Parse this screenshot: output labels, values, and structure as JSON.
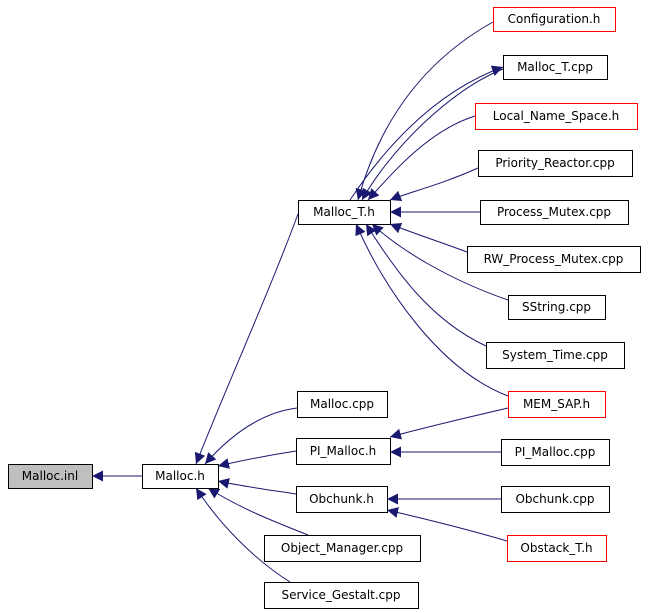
{
  "colors": {
    "background": "#ffffff",
    "edge": "#191970",
    "box_border_normal": "#000000",
    "box_border_truncated": "#ff0000",
    "root_fill": "#bfbfbf",
    "box_fill": "#ffffff"
  },
  "nodes": [
    {
      "id": "malloc_inl",
      "label": "Malloc.inl",
      "style": "root"
    },
    {
      "id": "malloc_h",
      "label": "Malloc.h",
      "style": "normal"
    },
    {
      "id": "malloc_t_h",
      "label": "Malloc_T.h",
      "style": "normal"
    },
    {
      "id": "configuration_h",
      "label": "Configuration.h",
      "style": "truncated"
    },
    {
      "id": "malloc_t_cpp",
      "label": "Malloc_T.cpp",
      "style": "normal"
    },
    {
      "id": "local_name_space_h",
      "label": "Local_Name_Space.h",
      "style": "truncated"
    },
    {
      "id": "priority_reactor_cpp",
      "label": "Priority_Reactor.cpp",
      "style": "normal"
    },
    {
      "id": "process_mutex_cpp",
      "label": "Process_Mutex.cpp",
      "style": "normal"
    },
    {
      "id": "rw_process_mutex_cpp",
      "label": "RW_Process_Mutex.cpp",
      "style": "normal"
    },
    {
      "id": "sstring_cpp",
      "label": "SString.cpp",
      "style": "normal"
    },
    {
      "id": "system_time_cpp",
      "label": "System_Time.cpp",
      "style": "normal"
    },
    {
      "id": "mem_sap_h",
      "label": "MEM_SAP.h",
      "style": "truncated"
    },
    {
      "id": "malloc_cpp",
      "label": "Malloc.cpp",
      "style": "normal"
    },
    {
      "id": "pi_malloc_h",
      "label": "PI_Malloc.h",
      "style": "normal"
    },
    {
      "id": "pi_malloc_cpp",
      "label": "PI_Malloc.cpp",
      "style": "normal"
    },
    {
      "id": "obchunk_h",
      "label": "Obchunk.h",
      "style": "normal"
    },
    {
      "id": "obchunk_cpp",
      "label": "Obchunk.cpp",
      "style": "normal"
    },
    {
      "id": "obstack_t_h",
      "label": "Obstack_T.h",
      "style": "truncated"
    },
    {
      "id": "object_manager_cpp",
      "label": "Object_Manager.cpp",
      "style": "normal"
    },
    {
      "id": "service_gestalt_cpp",
      "label": "Service_Gestalt.cpp",
      "style": "normal"
    }
  ],
  "edges": [
    {
      "from": "malloc_h",
      "to": "malloc_inl"
    },
    {
      "from": "malloc_t_h",
      "to": "malloc_h"
    },
    {
      "from": "malloc_cpp",
      "to": "malloc_h"
    },
    {
      "from": "pi_malloc_h",
      "to": "malloc_h"
    },
    {
      "from": "obchunk_h",
      "to": "malloc_h"
    },
    {
      "from": "object_manager_cpp",
      "to": "malloc_h"
    },
    {
      "from": "service_gestalt_cpp",
      "to": "malloc_h"
    },
    {
      "from": "configuration_h",
      "to": "malloc_t_h"
    },
    {
      "from": "malloc_t_cpp",
      "to": "malloc_t_h"
    },
    {
      "from": "local_name_space_h",
      "to": "malloc_t_h"
    },
    {
      "from": "priority_reactor_cpp",
      "to": "malloc_t_h"
    },
    {
      "from": "process_mutex_cpp",
      "to": "malloc_t_h"
    },
    {
      "from": "rw_process_mutex_cpp",
      "to": "malloc_t_h"
    },
    {
      "from": "sstring_cpp",
      "to": "malloc_t_h"
    },
    {
      "from": "system_time_cpp",
      "to": "malloc_t_h"
    },
    {
      "from": "mem_sap_h",
      "to": "malloc_t_h"
    },
    {
      "from": "malloc_t_h",
      "to": "malloc_t_cpp"
    },
    {
      "from": "mem_sap_h",
      "to": "pi_malloc_h"
    },
    {
      "from": "pi_malloc_cpp",
      "to": "pi_malloc_h"
    },
    {
      "from": "obchunk_cpp",
      "to": "obchunk_h"
    },
    {
      "from": "obstack_t_h",
      "to": "obchunk_h"
    }
  ]
}
